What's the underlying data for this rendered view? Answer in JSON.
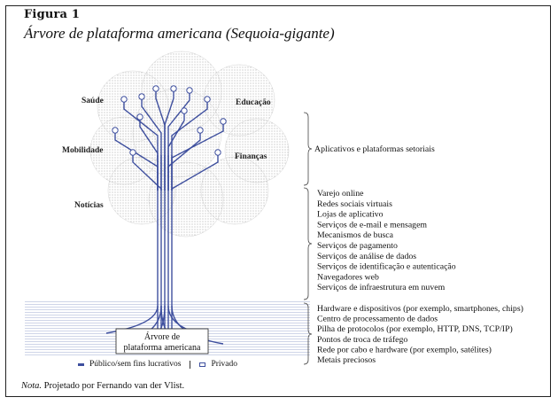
{
  "figure": {
    "label": "Figura 1",
    "title": "Árvore de plataforma americana (Sequoia-gigante)"
  },
  "crown_labels": [
    "Saúde",
    "Educação",
    "Mobilidade",
    "Finanças",
    "Notícias"
  ],
  "groups": {
    "sectoral": "Aplicativos e plataformas setoriais",
    "intermediate": [
      "Varejo online",
      "Redes sociais virtuais",
      "Lojas de aplicativo",
      "Serviços de e-mail e mensagem",
      "Mecanismos de busca",
      "Serviços de pagamento",
      "Serviços de análise de dados",
      "Serviços de identificação e autenticação",
      "Navegadores web",
      "Serviços de infraestrutura em nuvem"
    ],
    "infrastructure": [
      "Hardware e dispositivos (por exemplo, smartphones, chips)",
      "Centro de processamento de dados",
      "Pilha de protocolos (por exemplo, HTTP, DNS, TCP/IP)",
      "Pontos de troca de tráfego",
      "Rede por cabo e hardware (por exemplo, satélites)",
      "Metais preciosos"
    ]
  },
  "trunk_label": [
    "Árvore de",
    "plataforma americana"
  ],
  "legend": {
    "public": "Público/sem fins lucrativos",
    "private": "Privado"
  },
  "note": {
    "prefix": "Nota.",
    "text": "Projetado por Fernando van der Vlist."
  },
  "colors": {
    "public_line": "#3e4f9e",
    "crown_dots": "#9a9a9a",
    "ground": "#a9b6d6"
  }
}
